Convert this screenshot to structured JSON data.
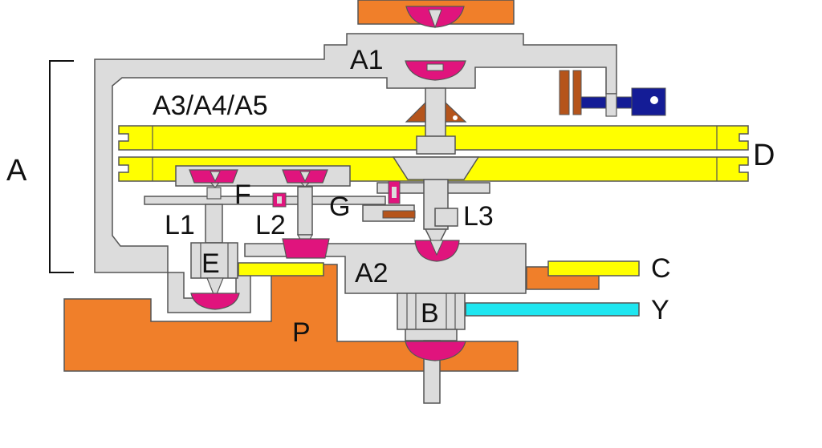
{
  "labels": {
    "a": "A",
    "a1": "A1",
    "a2": "A2",
    "a345": "A3/A4/A5",
    "b": "B",
    "c": "C",
    "d": "D",
    "e": "E",
    "f": "F",
    "g": "G",
    "l1": "L1",
    "l2": "L2",
    "l3": "L3",
    "p": "P",
    "y": "Y"
  },
  "colors": {
    "frame": "#dcdcdc",
    "outline": "#555555",
    "orange": "#f07f2a",
    "yellow": "#ffff00",
    "jewel": "#e0147d",
    "brown": "#b5541b",
    "navy": "#141c96",
    "cyan": "#1ee6f0",
    "text": "#111111"
  }
}
